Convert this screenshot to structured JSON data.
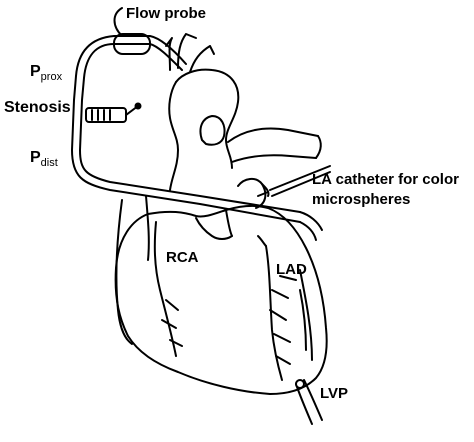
{
  "labels": {
    "flow_probe": "Flow probe",
    "p_prox_main": "P",
    "p_prox_sub": "prox",
    "stenosis": "Stenosis",
    "p_dist_main": "P",
    "p_dist_sub": "dist",
    "la_catheter_line1": "LA catheter for color",
    "la_catheter_line2": "microspheres",
    "rca": "RCA",
    "lad": "LAD",
    "lvp": "LVP"
  },
  "colors": {
    "ink": "#000000",
    "background": "#ffffff"
  }
}
